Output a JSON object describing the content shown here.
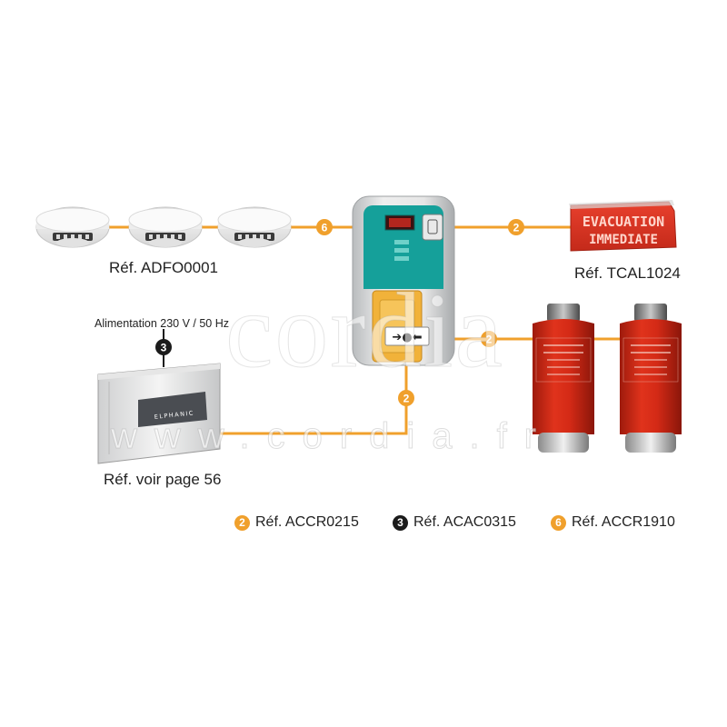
{
  "labels": {
    "detectors_ref": "Réf. ADFO0001",
    "sign_ref": "Réf. TCAL1024",
    "power": "Alimentation 230 V / 50 Hz",
    "panel_ref": "Réf. voir page 56"
  },
  "sign": {
    "line1": "EVACUATION",
    "line2": "IMMEDIATE"
  },
  "panel_brand": "ELPHANIC",
  "badges": {
    "detectors_to_unit": "6",
    "unit_to_sign": "2",
    "unit_to_cylinders": "2",
    "panel_link": "2",
    "power": "3"
  },
  "legend": [
    {
      "number": "2",
      "ref": "Réf. ACCR0215",
      "color": "#f0a02c"
    },
    {
      "number": "3",
      "ref": "Réf. ACAC0315",
      "color": "#1b1b1b"
    },
    {
      "number": "6",
      "ref": "Réf. ACCR1910",
      "color": "#f0a02c"
    }
  ],
  "watermark": {
    "main": "cordia",
    "url": "www.cordia.fr"
  },
  "colors": {
    "wire": "#f0a02c",
    "cable_black": "#1b1b1b",
    "cylinder": "#d42a16",
    "unit_teal": "#15a09a"
  }
}
